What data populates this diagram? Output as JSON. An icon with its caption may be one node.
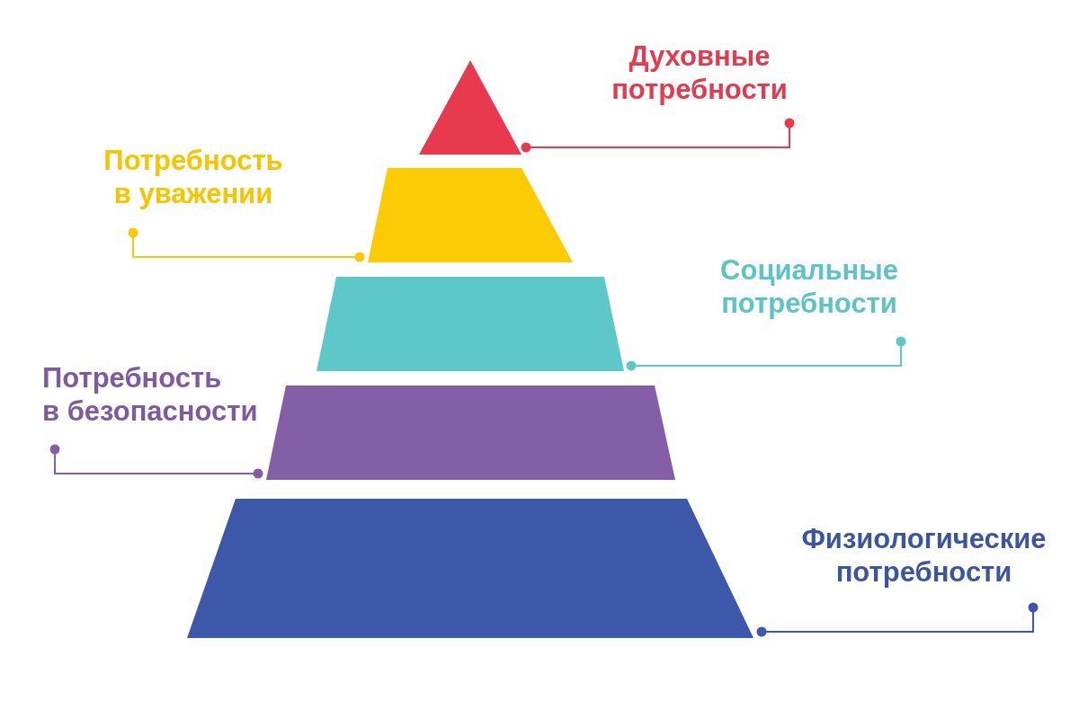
{
  "diagram": {
    "nodes": [
      {
        "text": [
          "Духовные потребности"
        ]
      },
      {
        "text": [],
        "shape": "triangle"
      },
      {
        "text": [
          "Потребность в уважении"
        ]
      },
      {
        "text": [],
        "shape": "trapezoid"
      },
      {
        "text": [
          "Социальные потребности"
        ]
      },
      {
        "text": [],
        "shape": "trapezoid"
      },
      {
        "text": [
          "Потребность в безопасности"
        ]
      },
      {
        "text": [],
        "shape": "trapezoid"
      },
      {
        "text": [
          "Физиологические потребности"
        ]
      },
      {
        "text": [],
        "shape": "trapezoid"
      }
    ],
    "edges": [
      {
        "from": 0,
        "to": 1,
        "arrow": "other",
        "color": "#e8394f"
      },
      {
        "from": 2,
        "to": 3,
        "arrow": "other",
        "color": "#f9c807"
      },
      {
        "from": 4,
        "to": 5,
        "arrow": "other",
        "color": "#5ec8c8"
      },
      {
        "from": 6,
        "to": 7,
        "arrow": "other",
        "color": "#845ea6"
      },
      {
        "from": 8,
        "to": 9,
        "arrow": "other",
        "color": "#3d58a8"
      }
    ]
  }
}
